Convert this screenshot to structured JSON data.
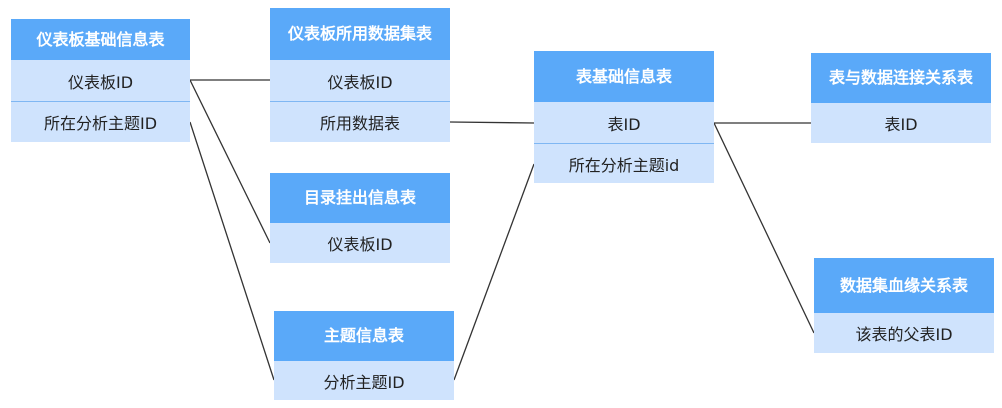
{
  "tables": {
    "dashboard_info": {
      "title": "仪表板基础信息表",
      "fields": [
        "仪表板ID",
        "所在分析主题ID"
      ]
    },
    "dashboard_dataset": {
      "title": "仪表板所用数据集表",
      "fields": [
        "仪表板ID",
        "所用数据表"
      ]
    },
    "catalog_mount": {
      "title": "目录挂出信息表",
      "fields": [
        "仪表板ID"
      ]
    },
    "topic_info": {
      "title": "主题信息表",
      "fields": [
        "分析主题ID"
      ]
    },
    "table_info": {
      "title": "表基础信息表",
      "fields": [
        "表ID",
        "所在分析主题id"
      ]
    },
    "table_conn": {
      "title": "表与数据连接关系表",
      "fields": [
        "表ID"
      ]
    },
    "lineage": {
      "title": "数据集血缘关系表",
      "fields": [
        "该表的父表ID"
      ]
    }
  },
  "colors": {
    "header": "#5aa9f9",
    "row": "#cfe3fd",
    "line": "#333333"
  }
}
